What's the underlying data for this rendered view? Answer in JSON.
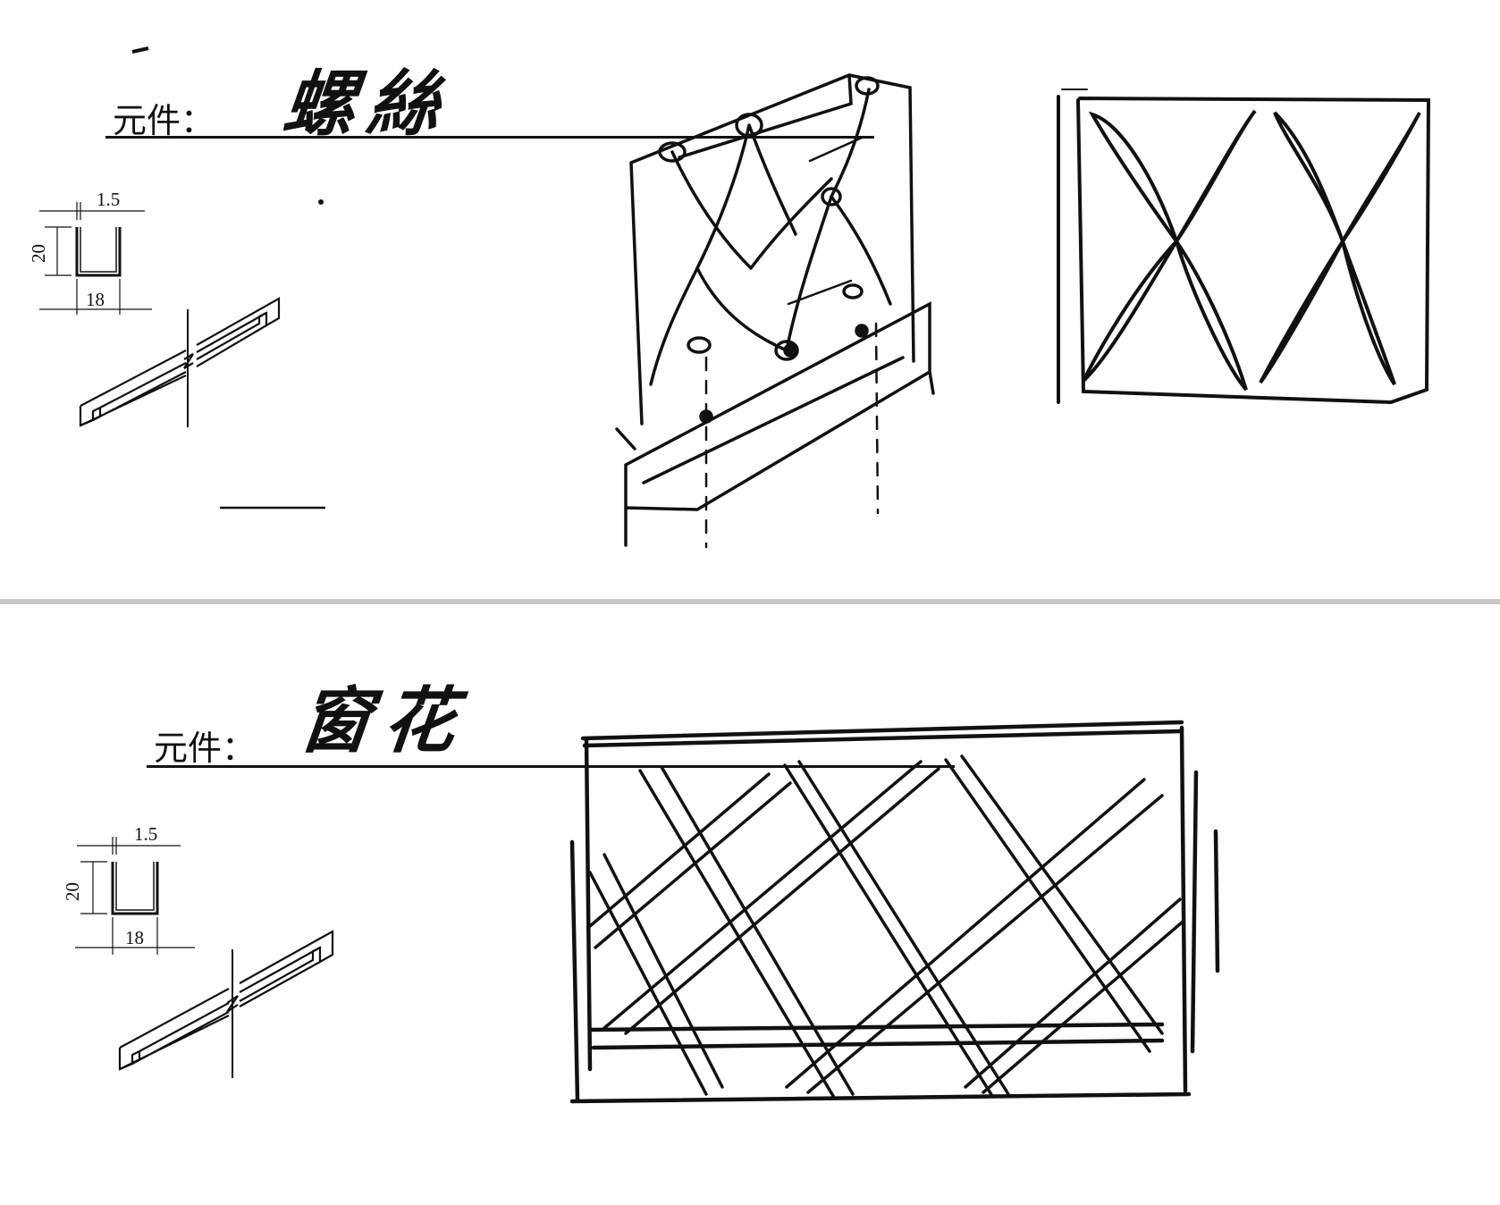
{
  "panels": [
    {
      "label_prefix": "元件：",
      "label_name": "螺絲",
      "profile": {
        "thickness": "1.5",
        "height": "20",
        "width": "18"
      }
    },
    {
      "label_prefix": "元件：",
      "label_name": "窗花",
      "profile": {
        "thickness": "1.5",
        "height": "20",
        "width": "18"
      }
    }
  ],
  "colors": {
    "ink": "#111111",
    "divider": "#c8c8c8",
    "background": "#ffffff"
  }
}
